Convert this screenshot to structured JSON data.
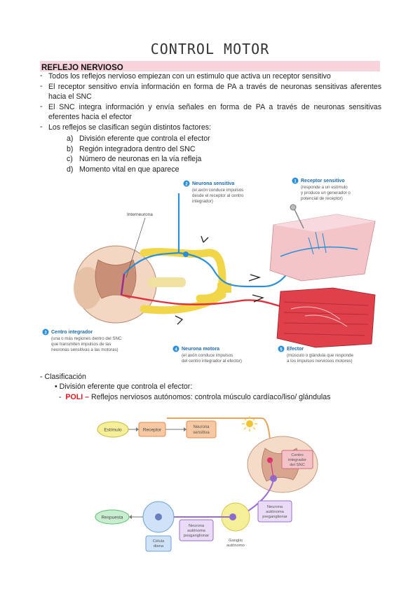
{
  "title": "CONTROL MOTOR",
  "section_heading": "REFLEJO NERVIOSO",
  "bullets": [
    "Todos los reflejos nervioso empiezan con un estimulo que activa un receptor sensitivo",
    "El receptor sensitivo envía información en forma de PA a través de neuronas sensitivas aferentes hacia el SNC",
    "El SNC integra información y envía señales en forma de PA a través de neuronas sensitivas eferentes hacia el efector",
    "Los reflejos se clasifican según distintos factores:"
  ],
  "factors": [
    {
      "letter": "a)",
      "text": "División eferente que controla el efector"
    },
    {
      "letter": "b)",
      "text": "Región integradora dentro del SNC"
    },
    {
      "letter": "c)",
      "text": "Número de neuronas en la vía refleja"
    },
    {
      "letter": "d)",
      "text": "Momento vital en que aparece"
    }
  ],
  "figure1": {
    "interneurona": "Interneurona",
    "label1_num": "1",
    "label1_title": "Receptor sensitivo",
    "label1_desc": [
      "(responde a un estímulo",
      "y produce un generador o",
      "potencial de receptor)"
    ],
    "label2_num": "2",
    "label2_title": "Neurona sensitiva",
    "label2_desc": [
      "(el axón conduce impulsos",
      "desde el receptor al centro",
      "integrador)"
    ],
    "label3_num": "3",
    "label3_title": "Centro integrador",
    "label3_desc": [
      "(una o más regiones dentro del SNC",
      "que transmiten impulsos de las",
      "neuronas sensitivas a las motoras)"
    ],
    "label4_num": "4",
    "label4_title": "Neurona motora",
    "label4_desc": [
      "(el axón conduce impulsos",
      "del centro integrador al efector)"
    ],
    "label5_num": "5",
    "label5_title": "Efector",
    "label5_desc": [
      "(músculo o glándula que responde",
      "a los impulsos nerviosos motores)"
    ]
  },
  "classification": {
    "heading": "Clasificación",
    "sub": "División eferente que controla el efector:",
    "poli_tag": "POLI –",
    "poli_text": "Reflejos nerviosos autónomos: controla músculo cardíaco/liso/ glándulas"
  },
  "figure2": {
    "estimulo": "Estímulo",
    "receptor": "Receptor",
    "neurona_sensitiva": [
      "Neurona",
      "sensitiva"
    ],
    "centro": [
      "Centro",
      "integrador",
      "del SNC"
    ],
    "neurona_preg": [
      "Neurona",
      "autónoma",
      "preganglionar"
    ],
    "neurona_posg": [
      "Neurona",
      "autónoma",
      "posganglionar"
    ],
    "ganglio": [
      "Ganglio",
      "autónomo"
    ],
    "celula_diana": [
      "Célula",
      "diana"
    ],
    "respuesta": "Respuesta"
  },
  "colors": {
    "heading_bg": "#f7d4dc",
    "sensory": "#2a8fd8",
    "motor": "#e0303c",
    "poli": "#e0151d"
  }
}
